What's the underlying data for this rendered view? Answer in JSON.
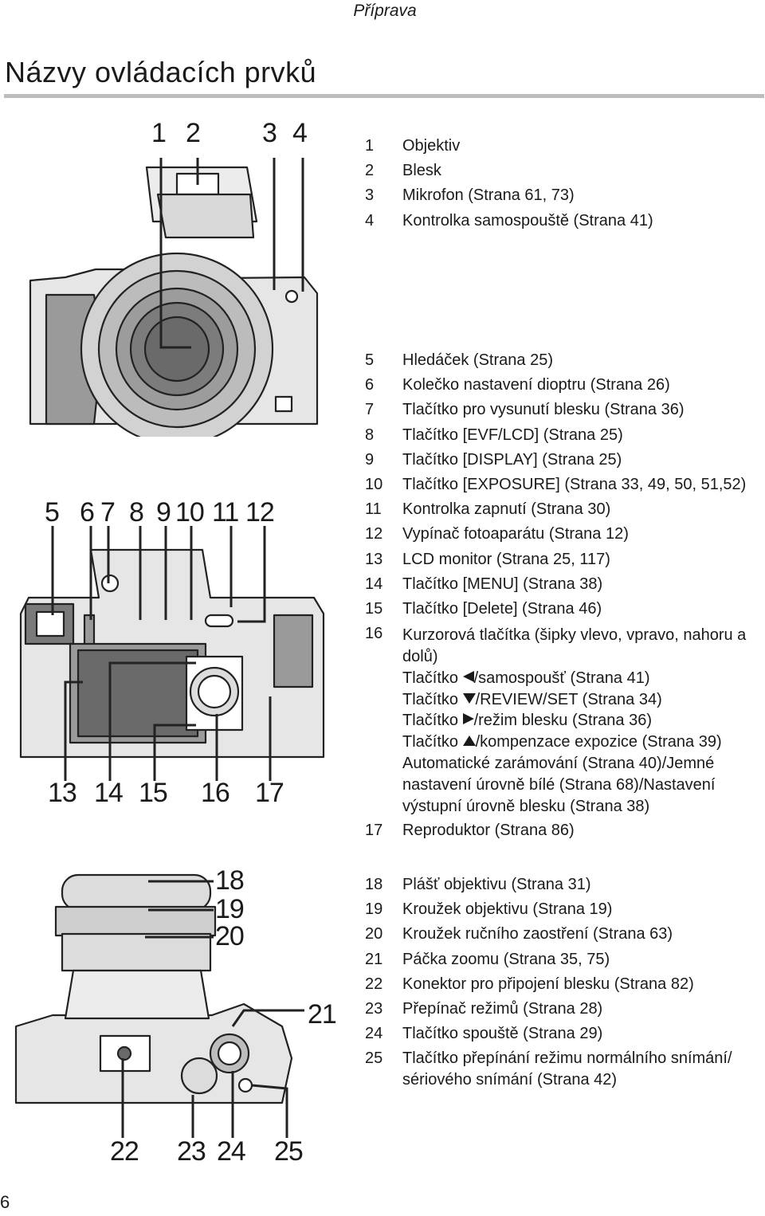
{
  "header": {
    "section": "Příprava"
  },
  "title": "Názvy ovládacích prvků",
  "figures": {
    "front_labels": [
      "1",
      "2",
      "3",
      "4"
    ],
    "rear_top_labels": [
      "5",
      "6",
      "7",
      "8",
      "9",
      "10",
      "11",
      "12"
    ],
    "rear_bottom_labels": [
      "13",
      "14",
      "15",
      "16",
      "17"
    ],
    "top_side_labels": [
      "18",
      "19",
      "20",
      "21"
    ],
    "top_bottom_labels": [
      "22",
      "23",
      "24",
      "25"
    ]
  },
  "legend_front": [
    {
      "num": "1",
      "text": "Objektiv"
    },
    {
      "num": "2",
      "text": "Blesk"
    },
    {
      "num": "3",
      "text": "Mikrofon (Strana 61, 73)"
    },
    {
      "num": "4",
      "text": "Kontrolka samospouště (Strana 41)"
    }
  ],
  "legend_rear": [
    {
      "num": "5",
      "text": "Hledáček (Strana 25)"
    },
    {
      "num": "6",
      "text": "Kolečko nastavení dioptru (Strana 26)"
    },
    {
      "num": "7",
      "text": "Tlačítko pro vysunutí blesku (Strana 36)"
    },
    {
      "num": "8",
      "text": "Tlačítko [EVF/LCD] (Strana 25)"
    },
    {
      "num": "9",
      "text": "Tlačítko [DISPLAY] (Strana 25)"
    },
    {
      "num": "10",
      "text": "Tlačítko [EXPOSURE] (Strana 33, 49, 50, 51,52)"
    },
    {
      "num": "11",
      "text": "Kontrolka zapnutí (Strana 30)"
    },
    {
      "num": "12",
      "text": "Vypínač fotoaparátu (Strana 12)"
    },
    {
      "num": "13",
      "text": "LCD monitor (Strana 25, 117)"
    },
    {
      "num": "14",
      "text": "Tlačítko [MENU] (Strana 38)"
    },
    {
      "num": "15",
      "text": "Tlačítko [Delete] (Strana 46)"
    }
  ],
  "legend_16": {
    "num": "16",
    "text": "Kurzorová tlačítka (šipky vlevo, vpravo, nahoru a dolů)",
    "sub": {
      "left": {
        "prefix": "Tlačítko ",
        "icon": "left-triangle-icon",
        "text": "/samospoušť (Strana 41)"
      },
      "down": {
        "prefix": "Tlačítko ",
        "icon": "down-triangle-icon",
        "text": "/REVIEW/SET (Strana 34)"
      },
      "right": {
        "prefix": "Tlačítko ",
        "icon": "right-triangle-icon",
        "text": "/režim blesku (Strana 36)"
      },
      "up": {
        "prefix": "Tlačítko ",
        "icon": "up-triangle-icon",
        "text": "/kompenzace expozice (Strana 39)"
      },
      "extra": "Automatické zarámování (Strana 40)/Jemné nastavení úrovně bílé (Strana 68)/Nastavení výstupní úrovně blesku (Strana 38)"
    }
  },
  "legend_17": {
    "num": "17",
    "text": "Reproduktor (Strana 86)"
  },
  "legend_top": [
    {
      "num": "18",
      "text": "Plášť objektivu (Strana 31)"
    },
    {
      "num": "19",
      "text": "Kroužek objektivu (Strana 19)"
    },
    {
      "num": "20",
      "text": "Kroužek ručního zaostření (Strana 63)"
    },
    {
      "num": "21",
      "text": "Páčka zoomu (Strana 35, 75)"
    },
    {
      "num": "22",
      "text": "Konektor pro připojení blesku (Strana 82)"
    },
    {
      "num": "23",
      "text": "Přepínač režimů (Strana 28)"
    },
    {
      "num": "24",
      "text": "Tlačítko spouště (Strana 29)"
    },
    {
      "num": "25",
      "text": "Tlačítko přepínání režimu normálního snímání/ sériového snímání (Strana 42)"
    }
  ],
  "page_number": "6"
}
